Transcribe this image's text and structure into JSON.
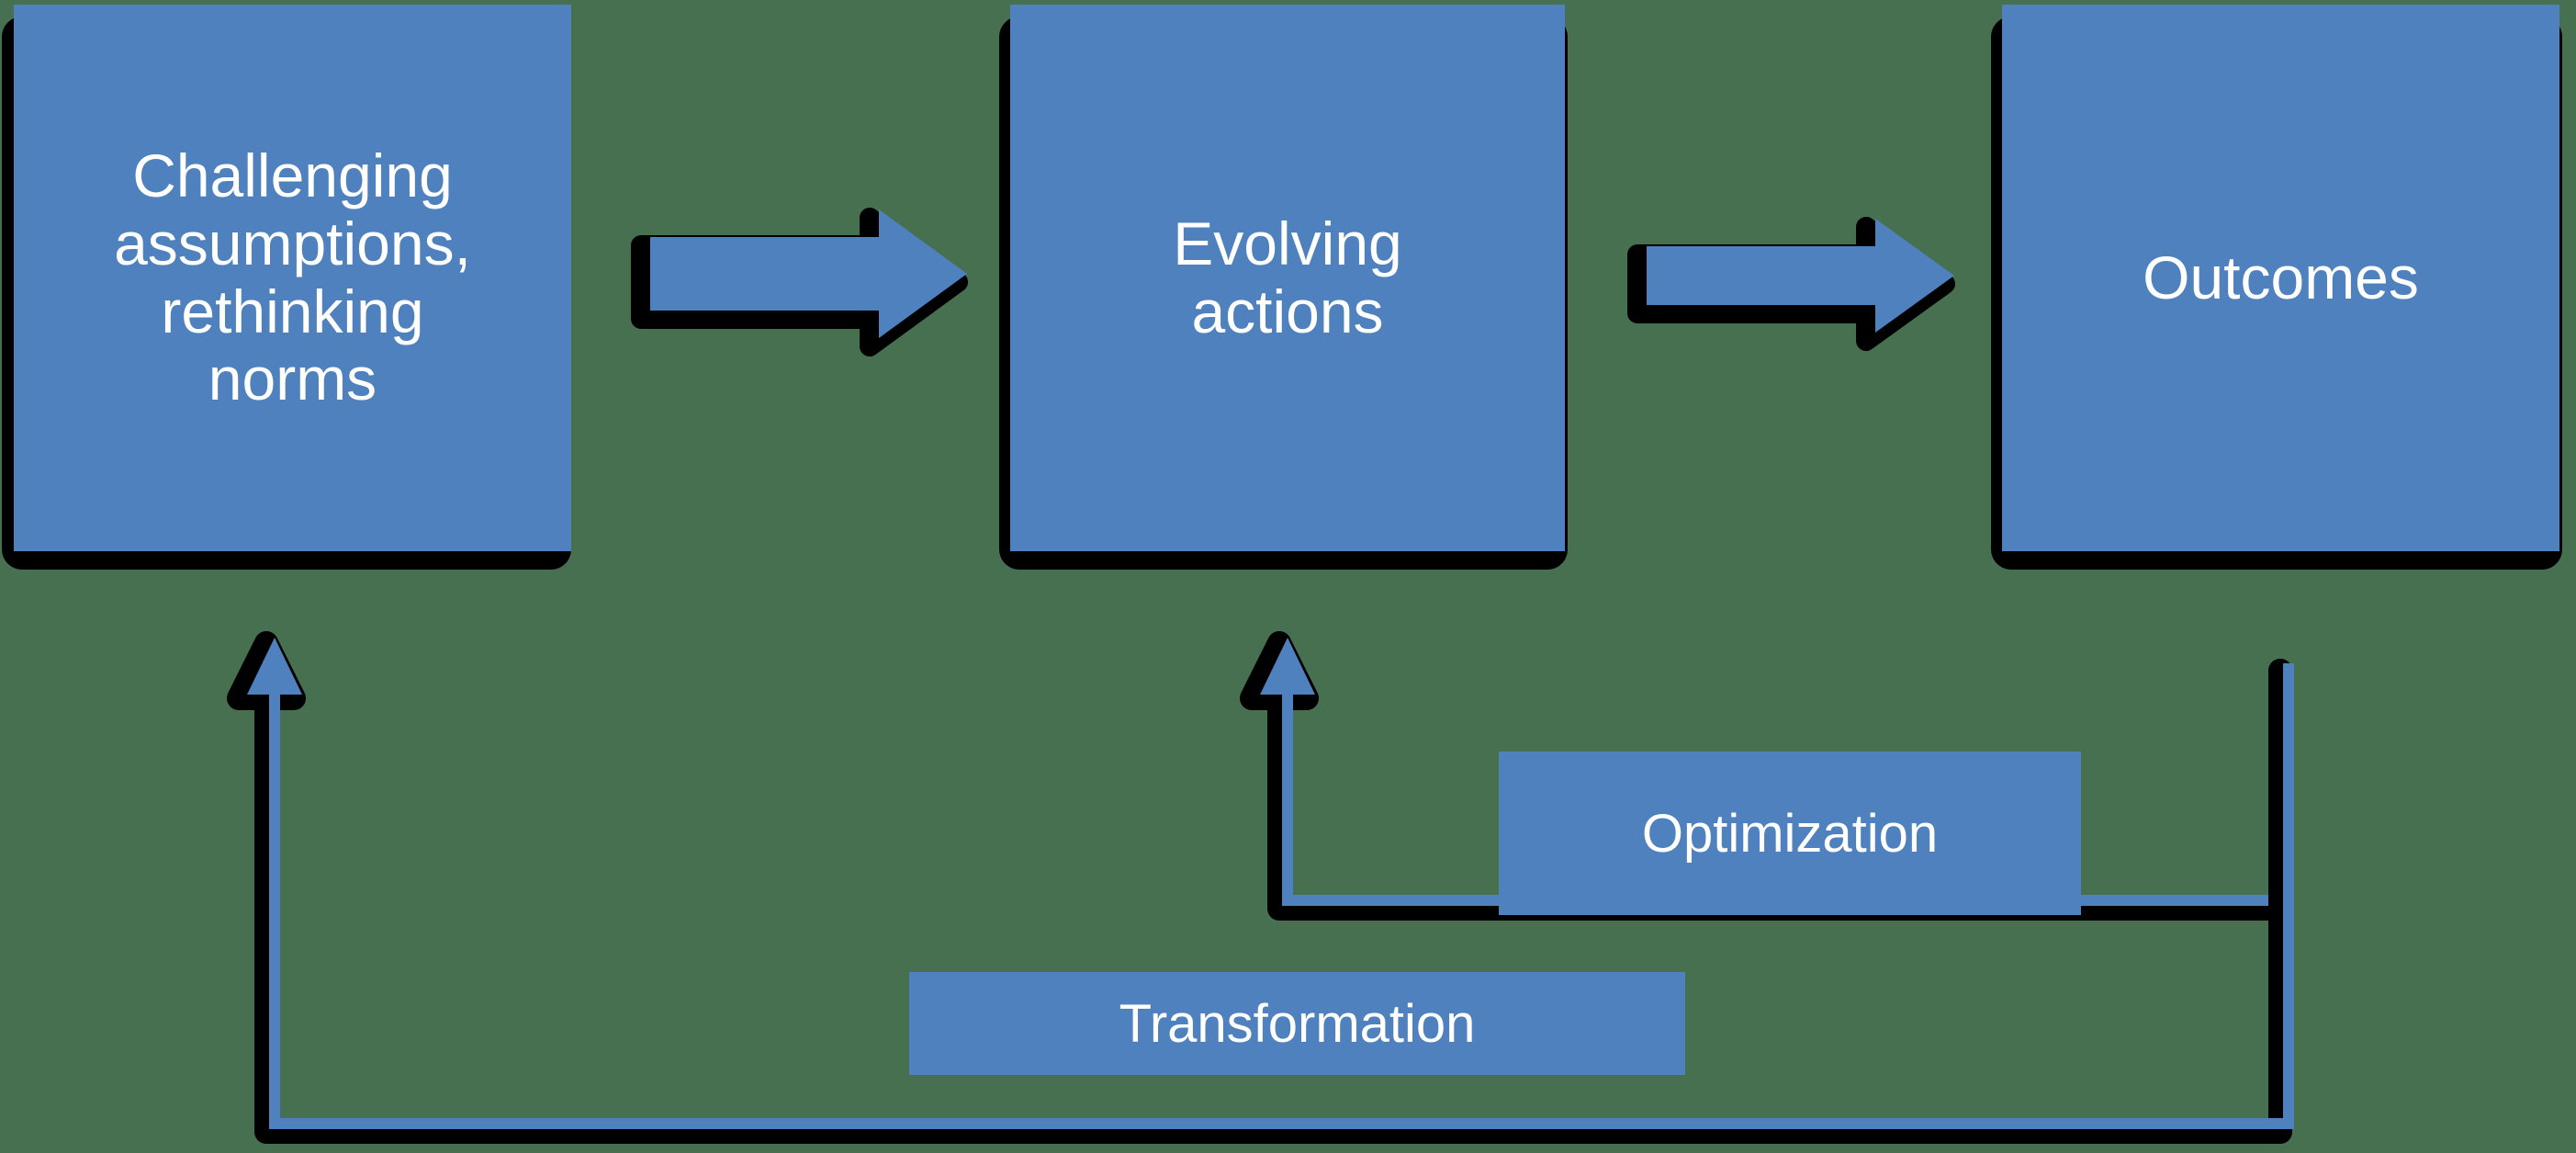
{
  "diagram": {
    "type": "flowchart-with-feedback-loops",
    "background_color": "#477050",
    "node_fill_color": "#4E81BD",
    "node_border_color": "#000000",
    "node_text_color": "#FFFFFF",
    "connector_color": "#4E81BD",
    "connector_shadow_color": "#000000",
    "nodes": [
      {
        "id": "node-1",
        "label": "Challenging\nassumptions,\nrethinking\nnorms"
      },
      {
        "id": "node-2",
        "label": "Evolving\nactions"
      },
      {
        "id": "node-3",
        "label": "Outcomes"
      }
    ],
    "connectors": [
      {
        "id": "arrow-1",
        "from": "node-1",
        "to": "node-2",
        "kind": "block-arrow-right"
      },
      {
        "id": "arrow-2",
        "from": "node-2",
        "to": "node-3",
        "kind": "block-arrow-right"
      }
    ],
    "feedback_loops": [
      {
        "id": "loop-optimization",
        "label": "Optimization",
        "from": "node-3",
        "to": "node-2"
      },
      {
        "id": "loop-transformation",
        "label": "Transformation",
        "from": "node-3",
        "to": "node-1"
      }
    ]
  }
}
